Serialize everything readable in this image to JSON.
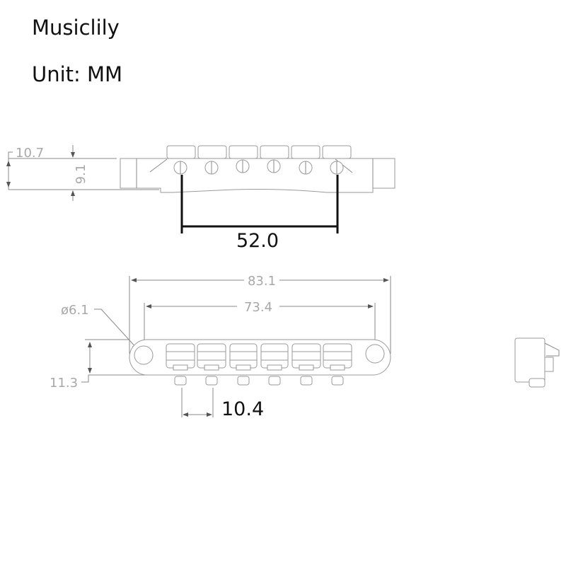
{
  "header": {
    "brand": "Musiclily",
    "unit": "Unit: MM"
  },
  "top_view": {
    "height_total": "10.7",
    "height_body": "9.1",
    "string_spacing_span": "52.0"
  },
  "front_view": {
    "overall_length": "83.1",
    "mount_hole_spacing": "73.4",
    "hole_diameter": "ø6.1",
    "body_height": "11.3",
    "saddle_spacing": "10.4"
  }
}
